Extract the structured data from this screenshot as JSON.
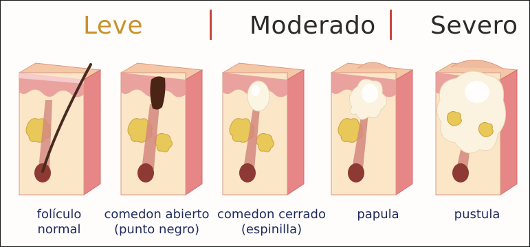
{
  "header": {
    "stages": [
      {
        "label": "Leve",
        "color": "#c8922c"
      },
      {
        "label": "Moderado",
        "color": "#2b2b2b"
      },
      {
        "label": "Severo",
        "color": "#2b2b2b"
      }
    ],
    "divider_color": "#c9443a"
  },
  "figures": [
    {
      "icon": "normal-follicle-skin-diagram",
      "caption_line1": "folículo",
      "caption_line2": "normal"
    },
    {
      "icon": "blackhead-skin-diagram",
      "caption_line1": "comedon abierto",
      "caption_line2": "(punto negro)"
    },
    {
      "icon": "whitehead-skin-diagram",
      "caption_line1": "comedon cerrado",
      "caption_line2": "(espinilla)"
    },
    {
      "icon": "papule-skin-diagram",
      "caption_line1": "papula",
      "caption_line2": ""
    },
    {
      "icon": "pustule-skin-diagram",
      "caption_line1": "pustula",
      "caption_line2": ""
    }
  ]
}
